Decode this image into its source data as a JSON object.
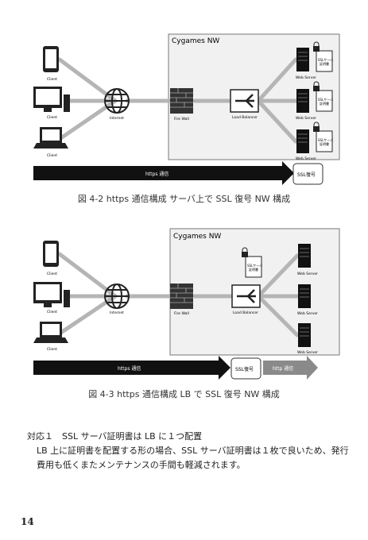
{
  "fig1": {
    "network_label": "Cygames NW",
    "client_labels": [
      "Client",
      "Client",
      "Client"
    ],
    "internet_label": "Internet",
    "firewall_label": "Fire Wall",
    "lb_label": "Load Balancer",
    "server_labels": [
      "Web Server",
      "Web Server",
      "Web Server"
    ],
    "cert_labels": [
      [
        "SSLサーバ",
        "証明書"
      ],
      [
        "SSLサーバ",
        "証明書"
      ],
      [
        "SSLサーバ",
        "証明書"
      ]
    ],
    "https_label": "https 通信",
    "ssl_box_label": "SSL復号",
    "caption": "図 4-2 https 通信構成 サーバ上で SSL 復号 NW 構成"
  },
  "fig2": {
    "network_label": "Cygames NW",
    "client_labels": [
      "Client",
      "Client",
      "Client"
    ],
    "internet_label": "Internet",
    "firewall_label": "Fire Wall",
    "lb_label": "Load Balancer",
    "lb_cert_label": [
      "SSLサーバ",
      "証明書"
    ],
    "server_labels": [
      "Web Server",
      "Web Server",
      "Web Server"
    ],
    "https_label": "https 通信",
    "ssl_box_label": "SSL復号",
    "http_label": "http 通信",
    "caption": "図 4-3 https 通信構成 LB で SSL 復号 NW 構成"
  },
  "text": {
    "heading": "対応１　SSL サーバ証明書は LB に１つ配置",
    "line1": "LB 上に証明書を配置する形の場合、SSL サーバ証明書は１枚で良いため、発行",
    "line2": "費用も低くまたメンテナンスの手間も軽減されます。"
  },
  "page_number": "14"
}
